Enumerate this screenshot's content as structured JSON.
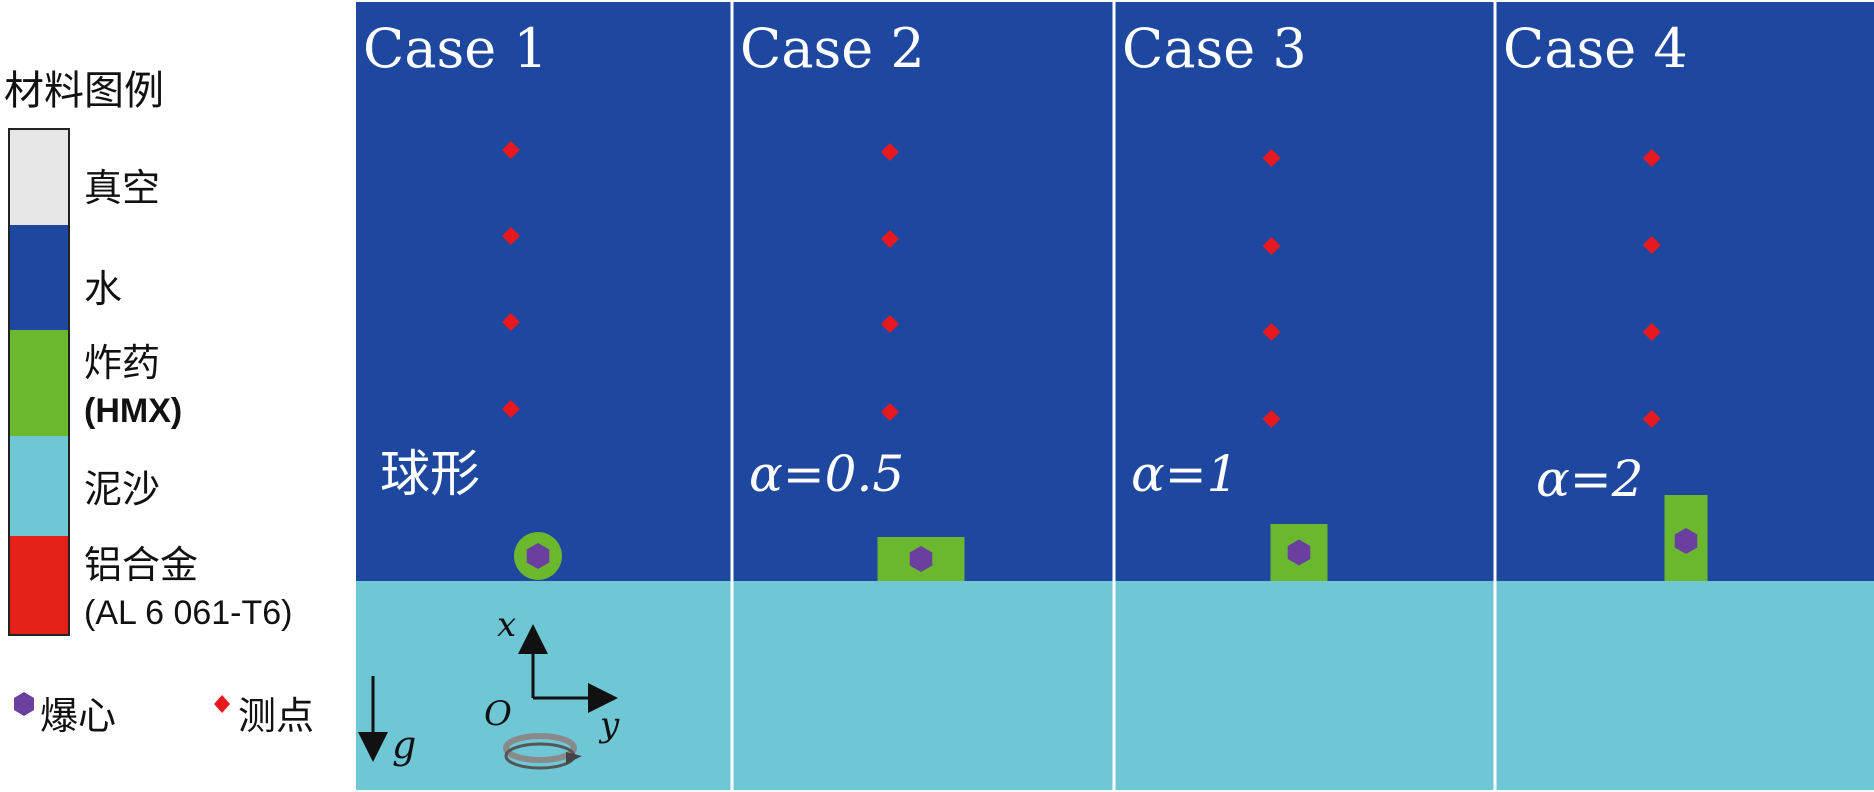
{
  "legend": {
    "title": "材料图例",
    "items": [
      {
        "key": "vacuum",
        "label": "真空",
        "color": "#e6e6e6"
      },
      {
        "key": "water",
        "label": "水",
        "color": "#1e47a0"
      },
      {
        "key": "explosive",
        "label": "炸药",
        "sub": "(HMX)",
        "color": "#6ab82e"
      },
      {
        "key": "sediment",
        "label": "泥沙",
        "color": "#6fc7d6"
      },
      {
        "key": "aluminum",
        "label": "铝合金",
        "sub": "(AL 6 061-T6)",
        "color": "#e32119"
      }
    ]
  },
  "symbols": {
    "detonation_center": {
      "label": "爆心",
      "color": "#6a3fa0"
    },
    "measure_point": {
      "label": "测点",
      "color": "#e8191e"
    }
  },
  "cases": [
    {
      "title": "Case 1",
      "shape_label": "球形",
      "shape": "sphere",
      "alpha": null
    },
    {
      "title": "Case 2",
      "shape_label": "α=0.5",
      "shape": "cylinder",
      "alpha": 0.5
    },
    {
      "title": "Case 3",
      "shape_label": "α=1",
      "shape": "cylinder",
      "alpha": 1
    },
    {
      "title": "Case 4",
      "shape_label": "α=2",
      "shape": "cylinder",
      "alpha": 2
    }
  ],
  "axes": {
    "x_label": "x",
    "y_label": "y",
    "origin_label": "O",
    "gravity_label": "g"
  },
  "colors": {
    "water": "#1e47a0",
    "sediment": "#6fc7d6",
    "explosive": "#6ab82e",
    "marker": "#e8191e",
    "core": "#6a3fa0",
    "divider": "#ffffff",
    "axis": "#111111"
  }
}
